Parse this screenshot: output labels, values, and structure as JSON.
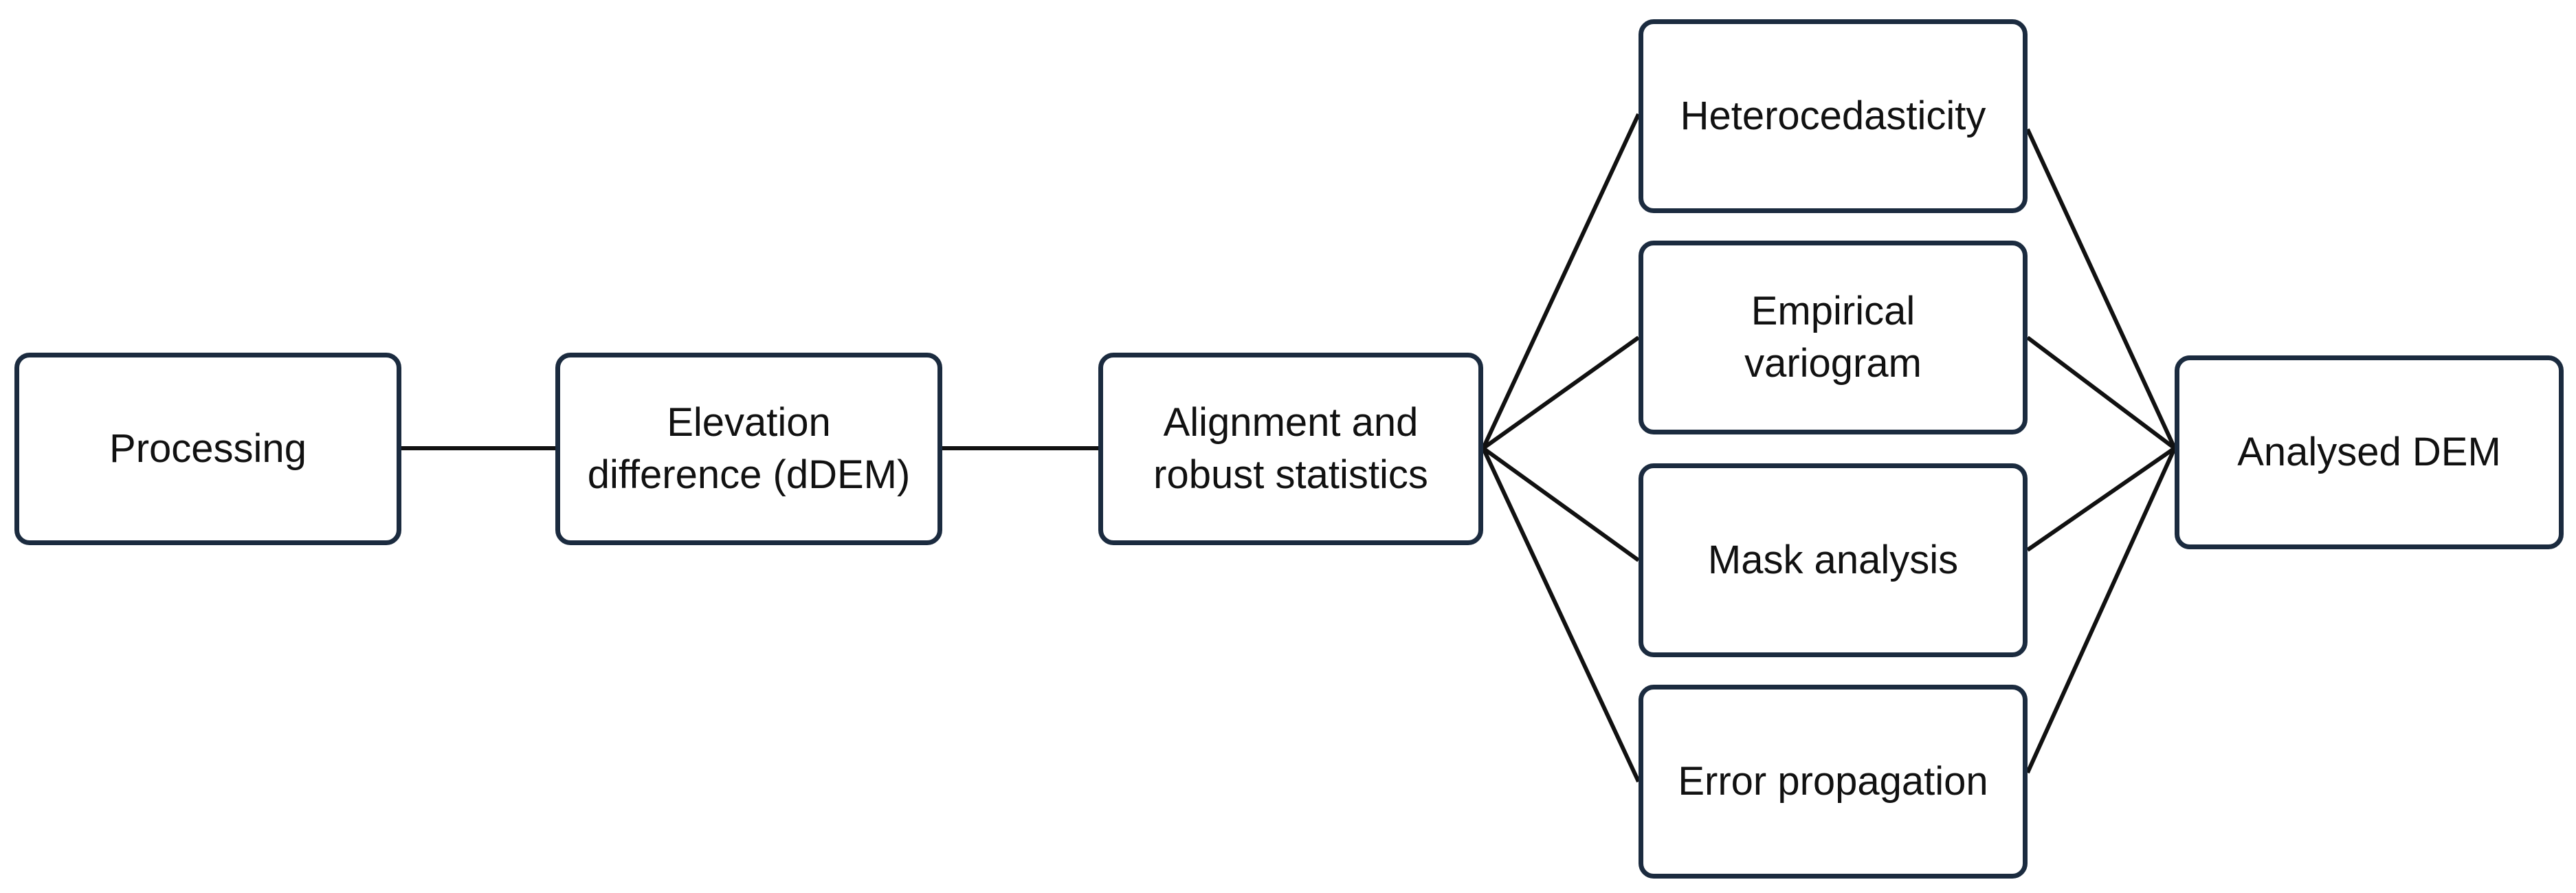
{
  "diagram": {
    "nodes": [
      {
        "id": "processing",
        "label": "Processing"
      },
      {
        "id": "ddem",
        "label": "Elevation\ndifference (dDEM)"
      },
      {
        "id": "align",
        "label": "Alignment and\nrobust statistics"
      },
      {
        "id": "hetero",
        "label": "Heterocedasticity"
      },
      {
        "id": "vario",
        "label": "Empirical\nvariogram"
      },
      {
        "id": "mask",
        "label": "Mask analysis"
      },
      {
        "id": "error",
        "label": "Error propagation"
      },
      {
        "id": "analysed",
        "label": "Analysed DEM"
      }
    ],
    "edges": [
      {
        "from": "processing",
        "to": "ddem"
      },
      {
        "from": "ddem",
        "to": "align"
      },
      {
        "from": "align",
        "to": "hetero"
      },
      {
        "from": "align",
        "to": "vario"
      },
      {
        "from": "align",
        "to": "mask"
      },
      {
        "from": "align",
        "to": "error"
      },
      {
        "from": "hetero",
        "to": "analysed"
      },
      {
        "from": "vario",
        "to": "analysed"
      },
      {
        "from": "mask",
        "to": "analysed"
      },
      {
        "from": "error",
        "to": "analysed"
      }
    ],
    "colors": {
      "box_border": "#1b2b3f",
      "connector": "#111111",
      "text": "#111111",
      "background": "#ffffff"
    }
  }
}
